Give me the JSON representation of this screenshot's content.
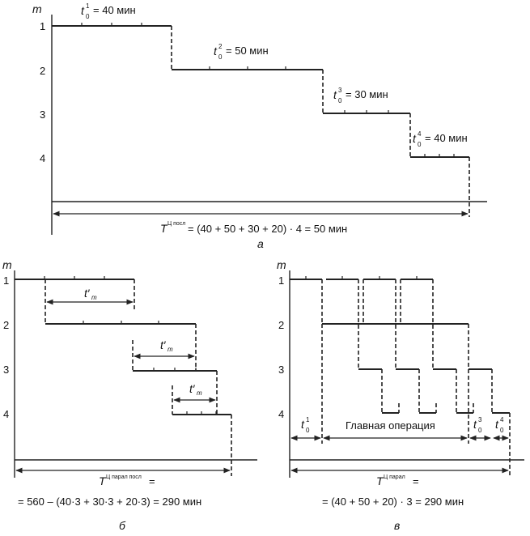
{
  "axis_label": "m",
  "operations": [
    "1",
    "2",
    "3",
    "4"
  ],
  "panel_a": {
    "label": "а",
    "times": [
      "40 мин",
      "50 мин",
      "30 мин",
      "40 мин"
    ],
    "formula_rhs": "= (40 + 50 + 30 + 20) · 4 = 50 мин",
    "T_sup": "Ц посл"
  },
  "panel_b": {
    "label": "б",
    "tm": "t′",
    "tm_sub": "m",
    "T_sup": "Ц парал посл",
    "formula_eq": "=",
    "formula_line2": "= 560 – (40·3 + 30·3 + 20·3) = 290 мин"
  },
  "panel_c": {
    "label": "в",
    "main_op": "Главная операция",
    "T_sup": "Ц парал",
    "formula_rhs": "= (40 + 50 + 20) · 3 = 290 мин"
  },
  "t0": "t",
  "sub0": "0",
  "sup_numbers": [
    "1",
    "2",
    "3",
    "4"
  ],
  "T": "T",
  "eq": "="
}
